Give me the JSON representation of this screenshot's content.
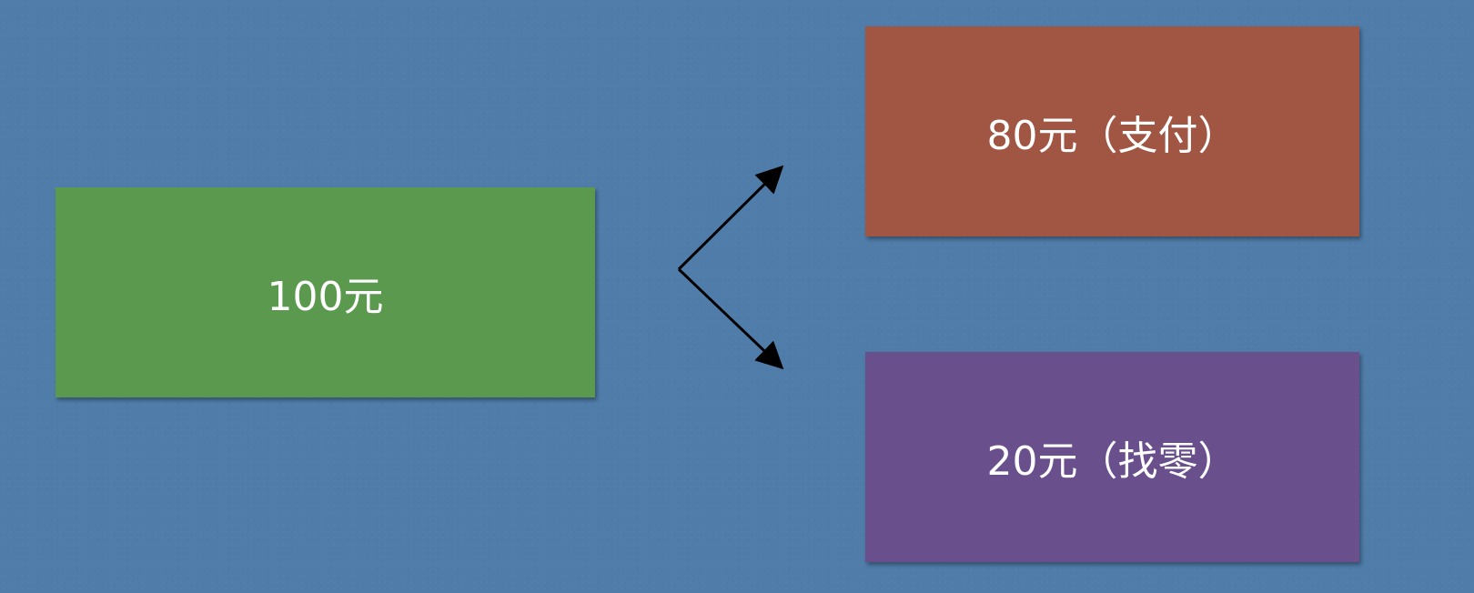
{
  "colors": {
    "background": "#4f7ca9",
    "total_box": "#5b9a4e",
    "payment_box": "#a05643",
    "change_box": "#6a4f8d",
    "arrow": "#000000",
    "text": "#ffffff"
  },
  "diagram": {
    "total": {
      "label": "100元"
    },
    "payment": {
      "label": "80元（支付）"
    },
    "change": {
      "label": "20元（找零）"
    }
  }
}
